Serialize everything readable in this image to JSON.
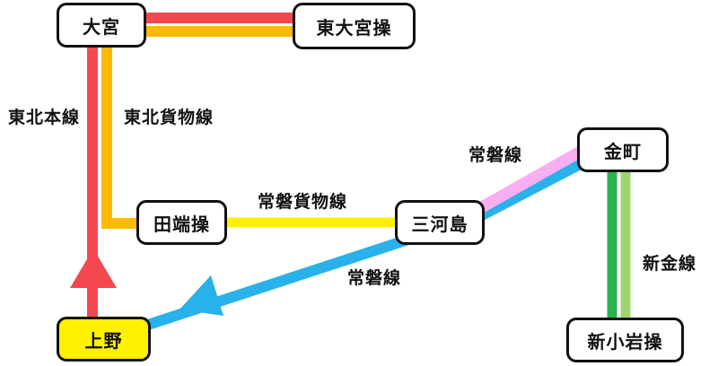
{
  "colors": {
    "box_border": "#111111",
    "box_fill": "#FFFFFF",
    "station_highlight": "#FFF100",
    "text": "#111111"
  },
  "stations": {
    "omiya": {
      "label": "大宮"
    },
    "higashiomiya_so": {
      "label": "東大宮操"
    },
    "tabata_so": {
      "label": "田端操"
    },
    "mikawashima": {
      "label": "三河島"
    },
    "kanamachi": {
      "label": "金町"
    },
    "shinkoiwa_so": {
      "label": "新小岩操"
    },
    "ueno": {
      "label": "上野",
      "highlighted": true
    }
  },
  "lines": {
    "tohoku_main": {
      "label": "東北本線",
      "color": "#F4484E"
    },
    "tohoku_freight": {
      "label": "東北貨物線",
      "color": "#FDB900"
    },
    "joban_freight": {
      "label": "常磐貨物線",
      "color": "#FFF100"
    },
    "joban_blue": {
      "label": "常磐線",
      "color": "#29B1E9"
    },
    "joban_pink": {
      "label": "常磐線",
      "color": "#F9AEF1"
    },
    "shinkin": {
      "label": "新金線",
      "color_a": "#29B34D",
      "color_b": "#9ED56B"
    }
  }
}
